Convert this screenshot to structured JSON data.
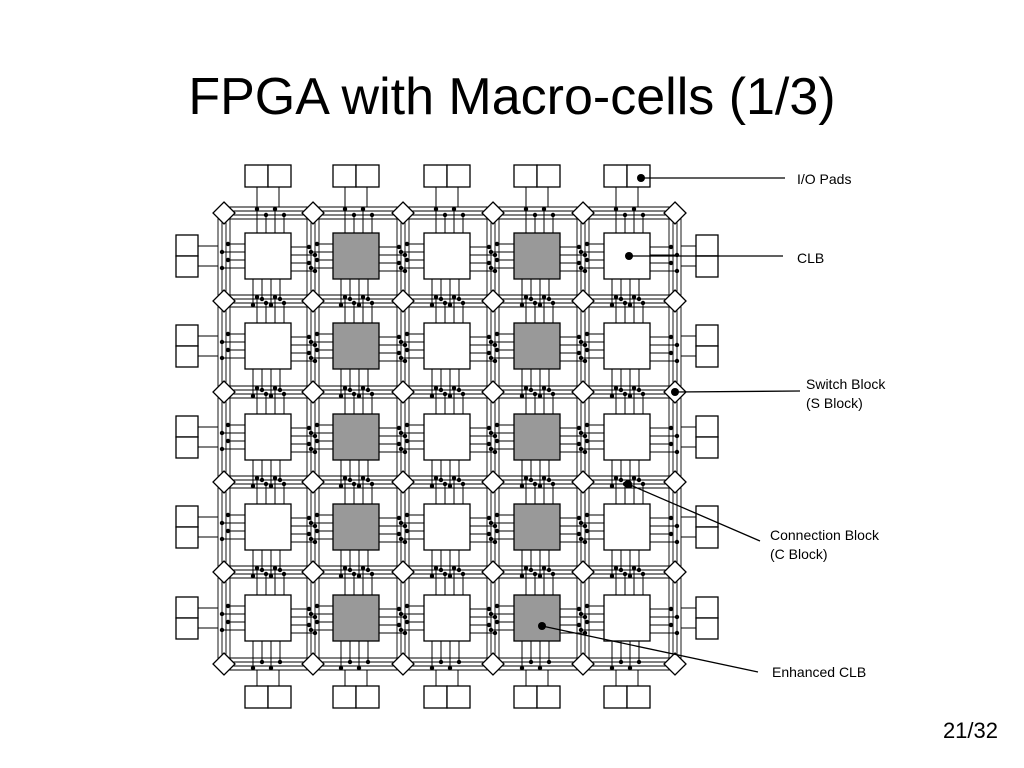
{
  "slide": {
    "title": "FPGA with Macro-cells (1/3)",
    "page_number": "21/32"
  },
  "diagram": {
    "columns": 5,
    "rows": 5,
    "enhanced_clb_cells": [
      [
        0,
        1
      ],
      [
        0,
        3
      ],
      [
        1,
        1
      ],
      [
        1,
        3
      ],
      [
        2,
        1
      ],
      [
        2,
        3
      ],
      [
        3,
        1
      ],
      [
        3,
        3
      ],
      [
        4,
        1
      ],
      [
        4,
        3
      ]
    ],
    "labels": {
      "io_pads": "I/O Pads",
      "clb": "CLB",
      "switch_block_line1": "Switch Block",
      "switch_block_line2": "(S Block)",
      "connection_block_line1": "Connection Block",
      "connection_block_line2": "(C Block)",
      "enhanced_clb": "Enhanced CLB"
    },
    "colors": {
      "clb_fill": "#ffffff",
      "enhanced_clb_fill": "#999999",
      "stroke": "#000000"
    }
  }
}
